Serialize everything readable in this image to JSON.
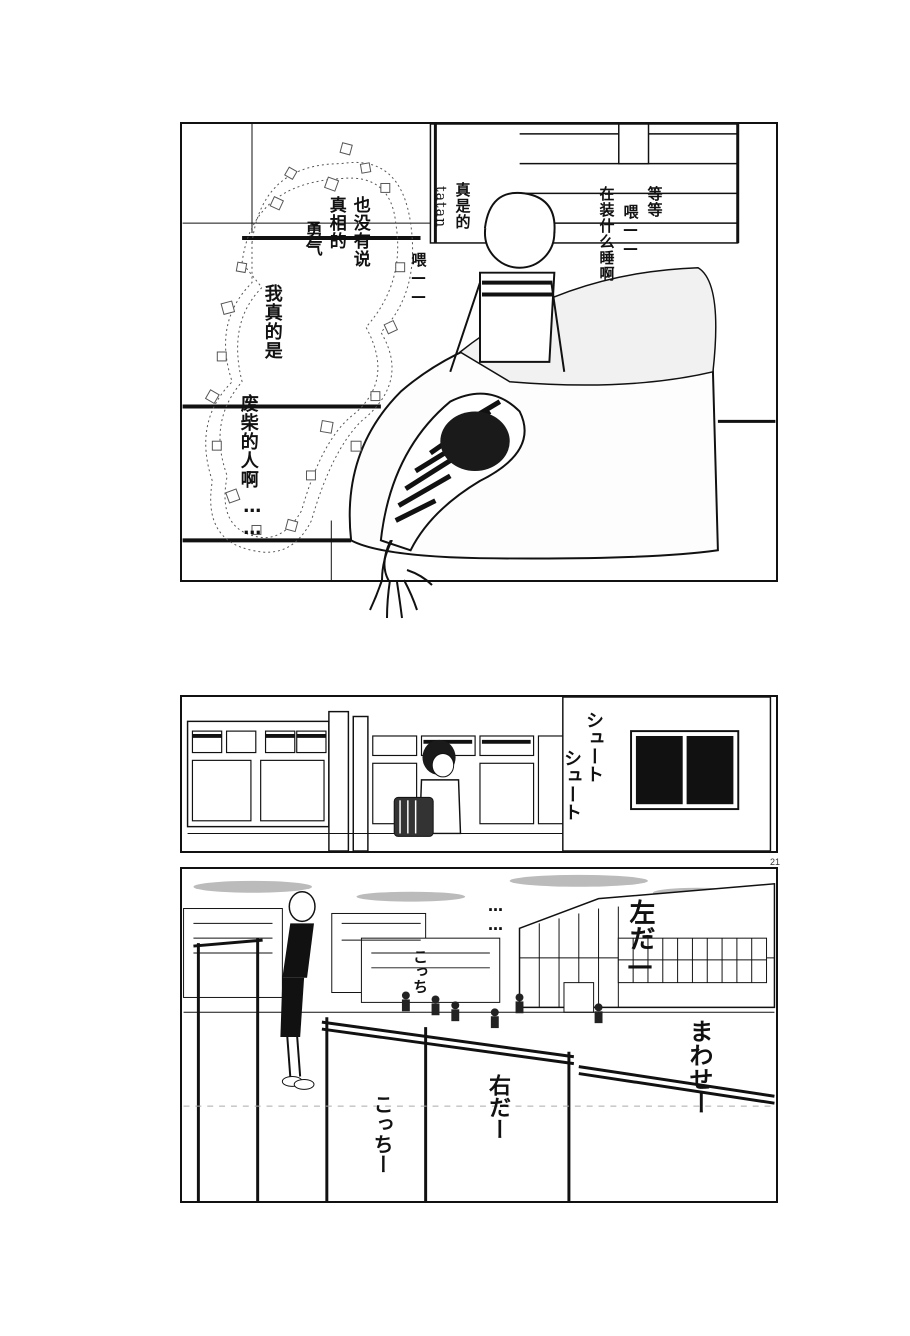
{
  "panel1": {
    "narration": {
      "line1": "我真的是",
      "line2": "废柴的人啊",
      "line3": "……"
    },
    "thought": {
      "line1": "也没有说",
      "line2": "真相的",
      "line3": "勇气"
    },
    "girl_speech": {
      "line1": "真是的",
      "line2": "喂——"
    },
    "girl_sfx": "tatan",
    "right_speech": {
      "line1": "等等",
      "line2": "喂——",
      "line3": "在装什么睡啊"
    }
  },
  "panel2": {
    "sfx1": "シュート",
    "sfx2": "シュート"
  },
  "page_number": "21",
  "panel3": {
    "ellipsis": "……",
    "sfx_here": "こっち",
    "left_shout": "こっちー",
    "mid_shout": "右だー",
    "right_shout_top": "左だ—",
    "right_shout_bottom": "まわせー"
  }
}
